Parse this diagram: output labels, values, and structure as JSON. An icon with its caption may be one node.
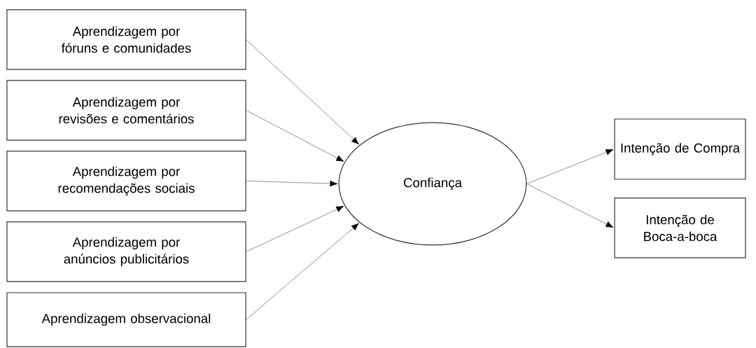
{
  "diagram": {
    "nodes": [
      {
        "text": [
          "Aprendizagem por fóruns e comunidades"
        ]
      },
      {
        "text": [
          "Aprendizagem por revisões e comentários"
        ]
      },
      {
        "text": [
          "Aprendizagem por recomendações sociais"
        ]
      },
      {
        "text": [
          "Aprendizagem por anúncios publicitários"
        ]
      },
      {
        "text": [
          "Aprendizagem observacional"
        ]
      },
      {
        "text": [
          "Confiança"
        ]
      },
      {
        "text": [
          "Intenção de Compra"
        ]
      },
      {
        "text": [
          "Intenção de Boca-a-boca"
        ]
      }
    ],
    "edges": [
      {
        "from": 0,
        "to": 5,
        "arrow": "to"
      },
      {
        "from": 1,
        "to": 5,
        "arrow": "to"
      },
      {
        "from": 2,
        "to": 5,
        "arrow": "to"
      },
      {
        "from": 3,
        "to": 5,
        "arrow": "to"
      },
      {
        "from": 4,
        "to": 5,
        "arrow": "to"
      },
      {
        "from": 5,
        "to": 6,
        "arrow": "to"
      },
      {
        "from": 5,
        "to": 7,
        "arrow": "to"
      }
    ]
  }
}
